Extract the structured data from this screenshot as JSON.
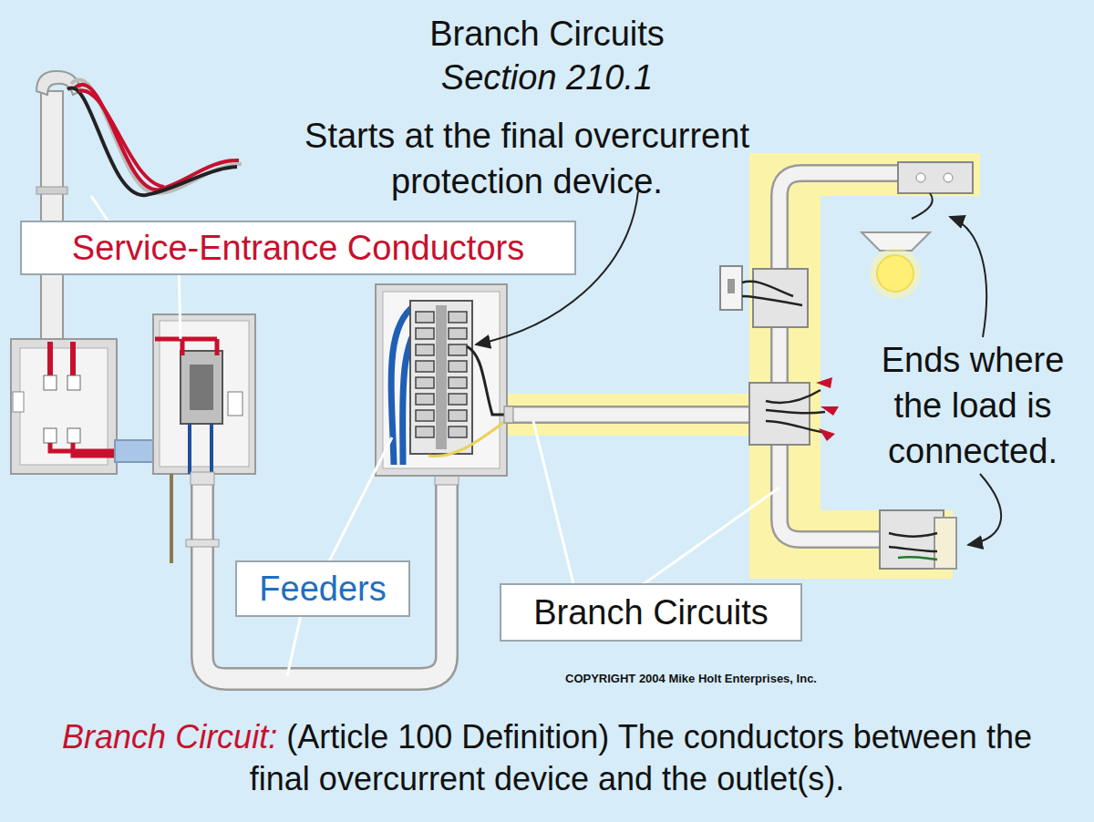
{
  "diagram": {
    "title": "Branch Circuits",
    "caption": "(Article 100 Definition) The conductors between the final overcurrent device and the outlet(s).",
    "nodes": [
      {
        "text": [
          "Service-Entrance Conductors"
        ]
      },
      {
        "text": [
          "Feeders"
        ]
      },
      {
        "text": [
          "Branch Circuits"
        ]
      }
    ],
    "labels": [
      "Section 210.1",
      "Starts at the final overcurrent protection device.",
      "Ends where the load is connected.",
      "COPYRIGHT 2004 Mike Holt Enterprises, Inc.",
      "Branch Circuit:"
    ]
  }
}
